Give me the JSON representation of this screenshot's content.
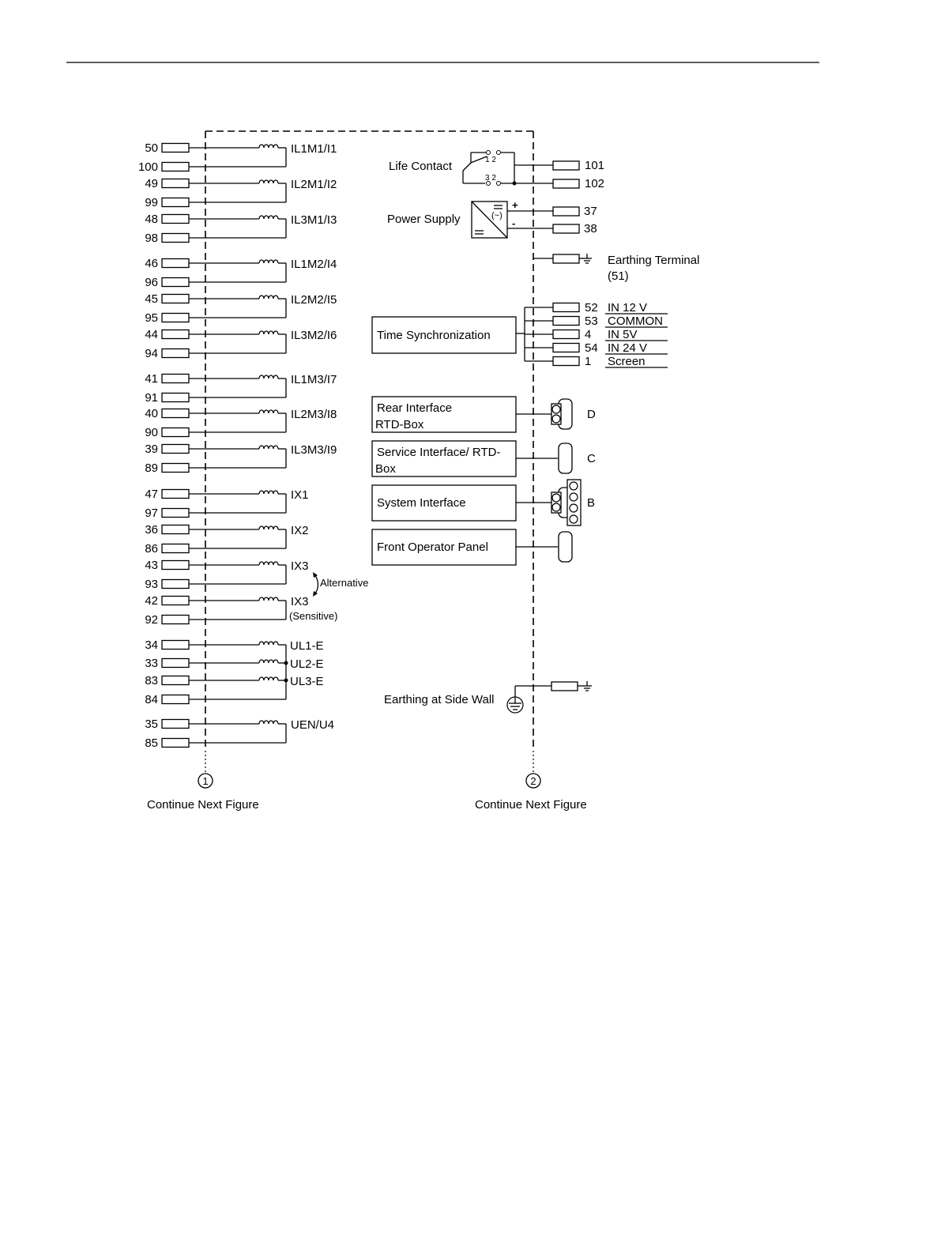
{
  "continue_left": "Continue Next Figure",
  "continue_right": "Continue Next Figure",
  "marker_left": "1",
  "marker_right": "2",
  "alternative_label": "Alternative",
  "sensitive_label": "(Sensitive)",
  "current_inputs": [
    {
      "top": "50",
      "bottom": "100",
      "label": "IL1M1/I1"
    },
    {
      "top": "49",
      "bottom": "99",
      "label": "IL2M1/I2"
    },
    {
      "top": "48",
      "bottom": "98",
      "label": "IL3M1/I3"
    },
    {
      "top": "46",
      "bottom": "96",
      "label": "IL1M2/I4"
    },
    {
      "top": "45",
      "bottom": "95",
      "label": "IL2M2/I5"
    },
    {
      "top": "44",
      "bottom": "94",
      "label": "IL3M2/I6"
    },
    {
      "top": "41",
      "bottom": "91",
      "label": "IL1M3/I7"
    },
    {
      "top": "40",
      "bottom": "90",
      "label": "IL2M3/I8"
    },
    {
      "top": "39",
      "bottom": "89",
      "label": "IL3M3/I9"
    },
    {
      "top": "47",
      "bottom": "97",
      "label": "IX1"
    },
    {
      "top": "36",
      "bottom": "86",
      "label": "IX2"
    },
    {
      "top": "43",
      "bottom": "93",
      "label": "IX3"
    },
    {
      "top": "42",
      "bottom": "92",
      "label": "IX3"
    }
  ],
  "voltage_inputs": [
    {
      "terminal": "34",
      "label": "UL1-E"
    },
    {
      "terminal": "33",
      "label": "UL2-E"
    },
    {
      "terminal": "83",
      "label": "UL3-E"
    },
    {
      "terminal": "84",
      "label": ""
    }
  ],
  "uen_input": {
    "top": "35",
    "bottom": "85",
    "label": "UEN/U4"
  },
  "life_contact": {
    "label": "Life Contact",
    "pins_top": "1 2",
    "pins_bottom": "3 2",
    "terminals": [
      "101",
      "102"
    ]
  },
  "power_supply": {
    "label": "Power Supply",
    "plus": "+",
    "minus": "-",
    "symbol_ac": "(~)",
    "terminals": [
      "37",
      "38"
    ]
  },
  "earthing_terminal": {
    "label": "Earthing Terminal",
    "number": "(51)"
  },
  "time_sync": {
    "label": "Time Synchronization",
    "terminals": [
      {
        "num": "52",
        "label": "IN 12 V"
      },
      {
        "num": "53",
        "label": "COMMON"
      },
      {
        "num": "4",
        "label": "IN 5V"
      },
      {
        "num": "54",
        "label": "IN 24 V"
      },
      {
        "num": "1",
        "label": "Screen"
      }
    ]
  },
  "interfaces": [
    {
      "line1": "Rear Interface",
      "line2": "RTD-Box",
      "port": "D"
    },
    {
      "line1": "Service Interface/ RTD-",
      "line2": "Box",
      "port": "C"
    },
    {
      "line1": "System Interface",
      "line2": "",
      "port": "B"
    },
    {
      "line1": "Front Operator Panel",
      "line2": "",
      "port": ""
    }
  ],
  "earthing_side_wall": "Earthing at Side Wall"
}
